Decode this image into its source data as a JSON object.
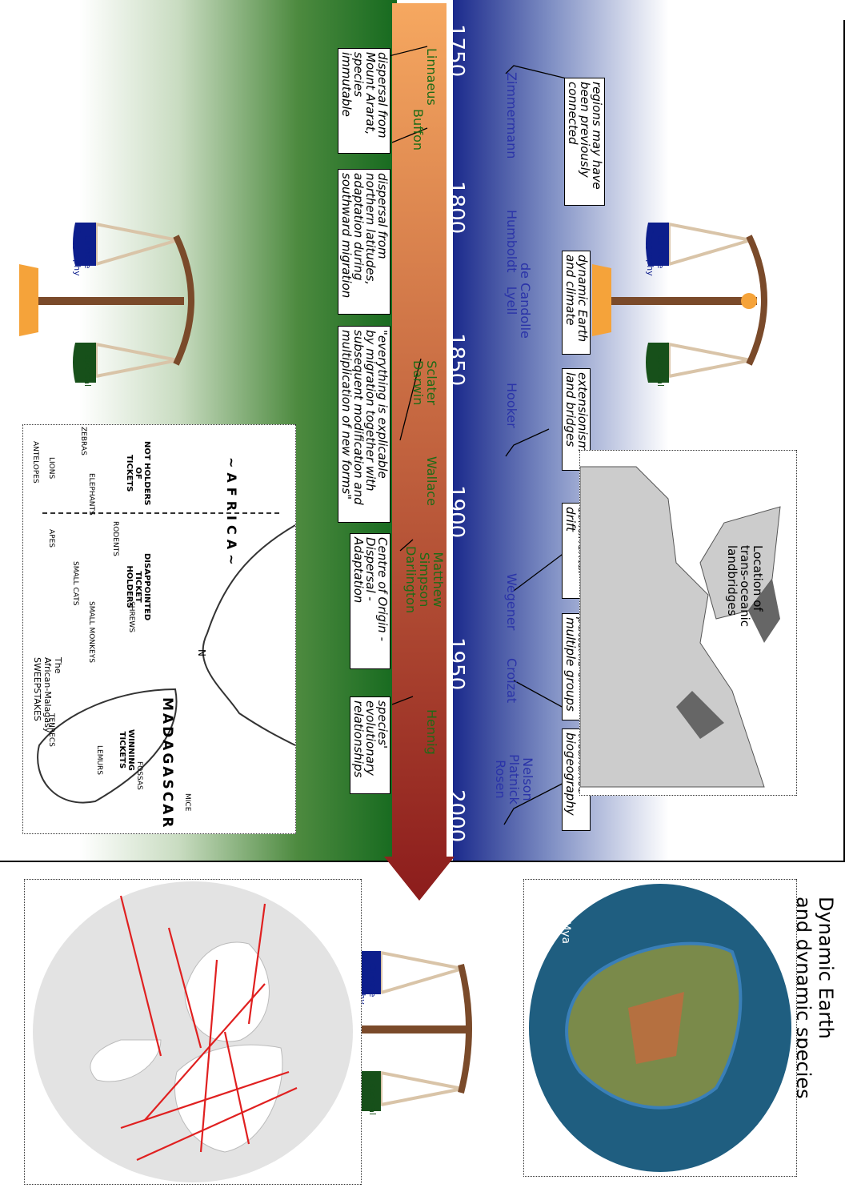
{
  "top_panel": {
    "title": "Vicariance hypotheses",
    "subtitle": "Dynamic Earth",
    "map_legend": "Location of\ntrans-oceanic\nlandbridges"
  },
  "bottom_panel": {
    "title": "Dispersalist hypotheses",
    "subtitle": "Dynamic species"
  },
  "right_panel": {
    "title": "Dynamic Earth\nand dynamic species",
    "map_label": "200 Mya"
  },
  "timeline": {
    "years": [
      "1750",
      "1800",
      "1850",
      "1900",
      "1950",
      "2000"
    ],
    "colors": {
      "start": "#f6a860",
      "end": "#8c1c1c"
    }
  },
  "vicariance_people": [
    {
      "name": "Zimmermann",
      "box": "regions may have\nbeen previously\nconnected"
    },
    {
      "name": "Humboldt",
      "box": "dynamic Earth\nand climate"
    },
    {
      "name": "de Candolle\nLyell",
      "box": ""
    },
    {
      "name": "Hooker",
      "box": "extensionism -\nland bridges"
    },
    {
      "name": "Wegener",
      "box": "continental\ndrift"
    },
    {
      "name": "Croizat",
      "box": "patterns of\nmultiple groups"
    },
    {
      "name": "Nelson\nPlatnick\nRosen",
      "box": "vicariance\nbiogeography"
    }
  ],
  "dispersalist_people": [
    {
      "name": "Linnaeus",
      "box": "dispersal from\nMount Ararat,\nspecies\nimmutable"
    },
    {
      "name": "Buffon",
      "box": "dispersal from\nnorthern latitudes,\nadaptation during\nsouthward migration"
    },
    {
      "name": "Sclater\nDarwin",
      "box": "\"everything is explicable\nby migration together with\nsubsequent modification and\nmultiplication of new forms\""
    },
    {
      "name": "Wallace",
      "box": ""
    },
    {
      "name": "Matthew\nSimpson\nDarlington",
      "box": "Centre of Origin -\nDispersal -\nAdaptation"
    },
    {
      "name": "Hennig",
      "box": "species'\nevolutionary\nrelationships"
    }
  ],
  "scales": {
    "left_pan": "Climate\nGeography",
    "right_pan": "Dispersal",
    "colors": {
      "climate": "#6f7fd8",
      "climate_dark": "#0d1e8c",
      "dispersal": "#3f8a3a",
      "dispersal_dark": "#17501a",
      "beam": "#7a4a2a",
      "base": "#f5a33a",
      "strings": "#d9c4a8"
    }
  },
  "cartoon": {
    "africa": "~AFRICA~",
    "madagascar": "MADAGASCAR",
    "caption": "The\nAfrican-Malagasy\nSWEEPSTAKES",
    "not_holders": "NOT HOLDERS\nOF\nTICKETS",
    "disappointed": "DISAPPOINTED\nTICKET\nHOLDERS",
    "winning": "WINNING\nTICKETS",
    "animals": [
      "ELEPHANTS",
      "APES",
      "LIONS",
      "ANTELOPES",
      "ZEBRAS",
      "RODENTS",
      "SMALL CATS",
      "SMALL MONKEYS",
      "SHREWS",
      "TENRECS",
      "LEMURS",
      "FOSSAS",
      "MICE"
    ],
    "north": "N"
  }
}
